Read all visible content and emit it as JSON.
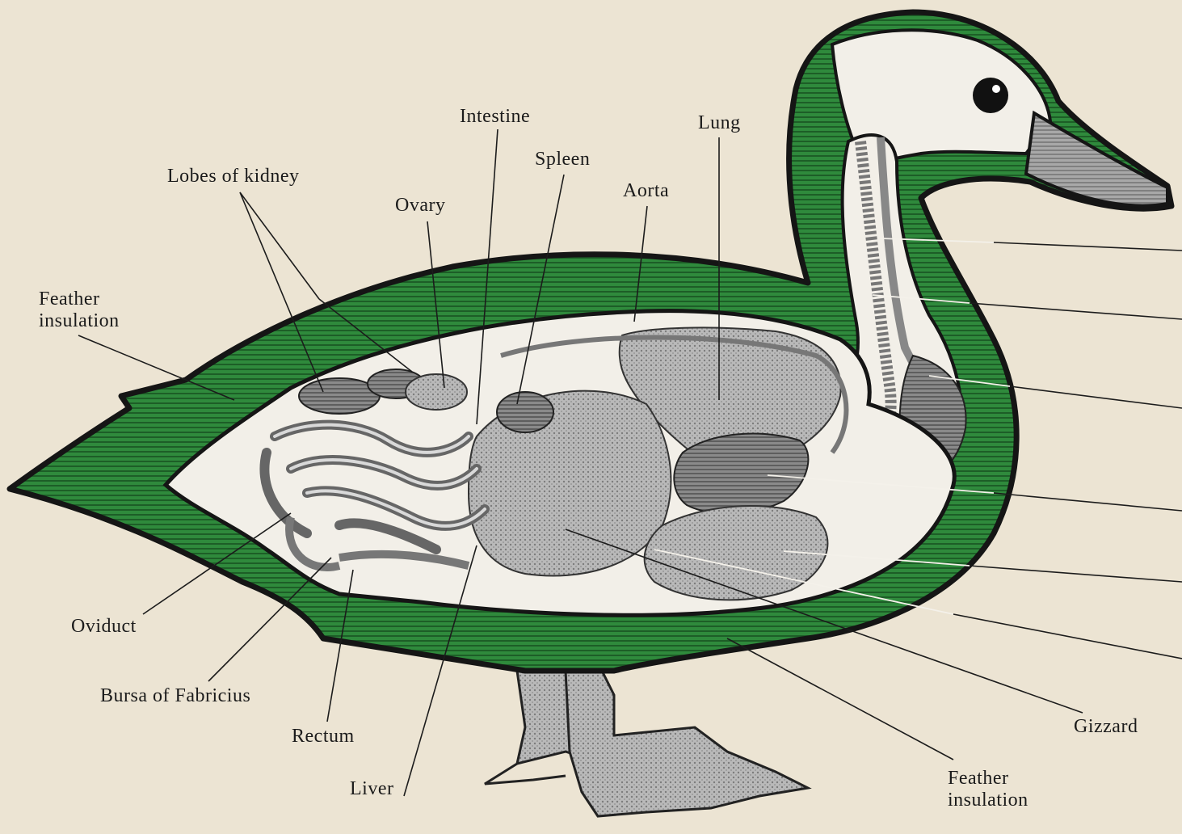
{
  "labels": {
    "feather_insulation_left": "Feather\ninsulation",
    "lobes_of_kidney": "Lobes of kidney",
    "ovary": "Ovary",
    "intestine": "Intestine",
    "spleen": "Spleen",
    "aorta": "Aorta",
    "lung": "Lung",
    "oviduct": "Oviduct",
    "bursa_of_fabricius": "Bursa of Fabricius",
    "rectum": "Rectum",
    "liver": "Liver",
    "gizzard": "Gizzard",
    "feather_insulation_bottom": "Feather\ninsulation"
  },
  "colors": {
    "background": "#ece4d3",
    "feather_layer": "#2f8a3c",
    "feather_dark": "#1d5e27",
    "outline": "#151515",
    "cavity": "#f2efe8",
    "organ_gray": "#9a9a9a"
  }
}
